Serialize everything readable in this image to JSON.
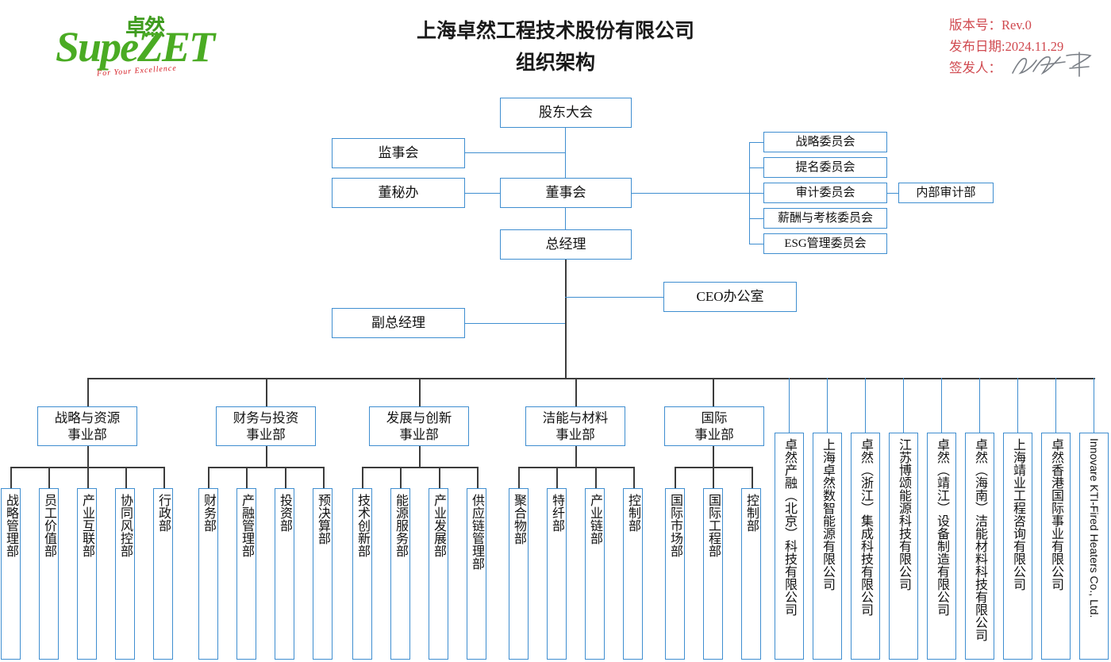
{
  "logo": {
    "cn_mark": "卓然",
    "word_supe": "Supe",
    "word_zet": "ZET",
    "tagline": "For Your Excellence"
  },
  "header": {
    "company": "上海卓然工程技术股份有限公司",
    "doc_title": "组织架构"
  },
  "meta": {
    "version": "版本号：Rev.0",
    "issue_date": "发布日期:2024.11.29",
    "issuer_label": "签发人：",
    "issuer_signature": "(手写签名)",
    "color": "#d0494f"
  },
  "chart": {
    "accent_border": "#3f8ed0",
    "line_color": "#3c3c3c",
    "governance": {
      "shareholders_meeting": "股东大会",
      "supervisory_board": "监事会",
      "board_secretary_office": "董秘办",
      "board_of_directors": "董事会",
      "general_manager": "总经理",
      "deputy_general_manager": "副总经理",
      "ceo_office": "CEO办公室"
    },
    "committees": [
      "战略委员会",
      "提名委员会",
      "审计委员会",
      "薪酬与考核委员会",
      "ESG管理委员会"
    ],
    "internal_audit": "内部审计部",
    "divisions": [
      {
        "name_line1": "战略与资源",
        "name_line2": "事业部",
        "departments": [
          "战略管理部",
          "员工价值部",
          "产业互联部",
          "协同风控部",
          "行政部"
        ]
      },
      {
        "name_line1": "财务与投资",
        "name_line2": "事业部",
        "departments": [
          "财务部",
          "产融管理部",
          "投资部",
          "预决算部"
        ]
      },
      {
        "name_line1": "发展与创新",
        "name_line2": "事业部",
        "departments": [
          "技术创新部",
          "能源服务部",
          "产业发展部",
          "供应链管理部"
        ]
      },
      {
        "name_line1": "洁能与材料",
        "name_line2": "事业部",
        "departments": [
          "聚合物部",
          "特纤部",
          "产业链部",
          "控制部"
        ]
      },
      {
        "name_line1": "国际",
        "name_line2": "事业部",
        "departments": [
          "国际市场部",
          "国际工程部",
          "控制部"
        ]
      }
    ],
    "subsidiaries": [
      "卓然产融（北京）科技有限公司",
      "上海卓然数智能源有限公司",
      "卓然（浙江）集成科技有限公司",
      "江苏博颂能源科技有限公司",
      "卓然（靖江）设备制造有限公司",
      "卓然（海南）洁能材料科技有限公司",
      "上海靖业工程咨询有限公司",
      "卓然香港国际事业有限公司",
      "Innovare KTI-Fired Heaters Co., Ltd."
    ]
  }
}
